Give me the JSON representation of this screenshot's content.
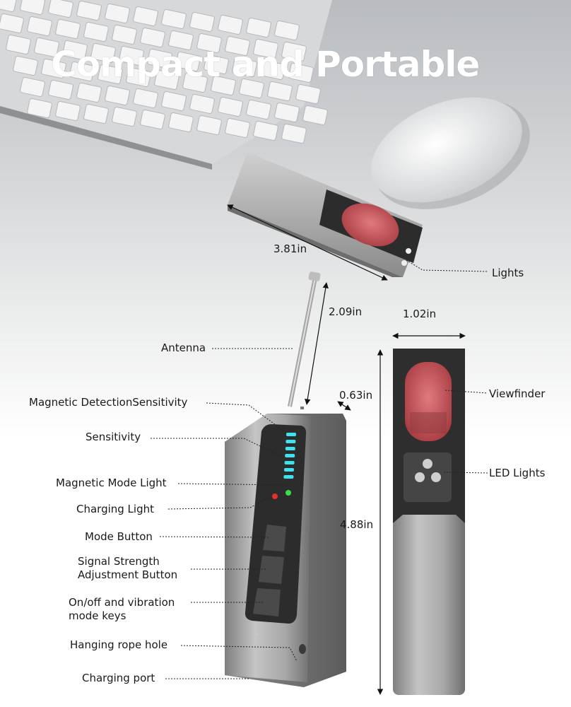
{
  "headline": "Compact and Portable",
  "dimensions": {
    "length": "3.81in",
    "antenna": "2.09in",
    "width": "1.02in",
    "depth": "0.63in",
    "height": "4.88in"
  },
  "callouts": {
    "lights": "Lights",
    "antenna": "Antenna",
    "magnetic_sensitivity": "Magnetic DetectionSensitivity",
    "sensitivity": "Sensitivity",
    "magnetic_mode_light": "Magnetic Mode Light",
    "charging_light": "Charging Light",
    "mode_button": "Mode Button",
    "signal_button": "Signal Strength\nAdjustment Button",
    "power_keys": "On/off and vibration\nmode keys",
    "rope_hole": "Hanging rope hole",
    "charging_port": "Charging port",
    "viewfinder": "Viewfinder",
    "led_lights": "LED Lights"
  },
  "colors": {
    "device_body": "#9c9c9c",
    "panel": "#2c2c2c",
    "led_cyan": "#3fe3f0",
    "led_red": "#e53030",
    "led_green": "#3ddc4a",
    "lens_red": "#c9555a"
  },
  "indicator_levels": {
    "sensitivity_bars": 7
  }
}
